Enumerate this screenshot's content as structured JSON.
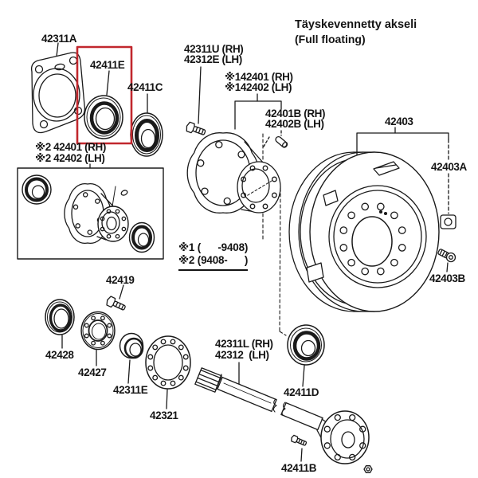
{
  "title": {
    "finnish": "Täyskevennetty akseli",
    "english": "(Full floating)"
  },
  "colors": {
    "highlight_box": "#c1272d",
    "line_ink": "#1a1a1a",
    "background": "#ffffff"
  },
  "highlighted_part": "42411E",
  "labels": {
    "p42311A": "42311A",
    "p42411E": "42411E",
    "p42411C": "42411C",
    "seal_rh": "※2 42401 (RH)",
    "seal_lh": "※2 42402 (LH)",
    "p42311U": "42311U (RH)",
    "p42312E": "42312E (LH)",
    "hub_rh": "※142401 (RH)",
    "hub_lh": "※142402 (LH)",
    "p42401B": "42401B (RH)",
    "p42402B": "42402B (LH)",
    "p42403": "42403",
    "p42403A": "42403A",
    "p42403B": "42403B",
    "p42419": "42419",
    "p42428": "42428",
    "p42427": "42427",
    "p42311E": "42311E",
    "p42321": "42321",
    "p42311L": "42311L (RH)",
    "p42312": "42312  (LH)",
    "p42411D": "42411D",
    "p42411B": "42411B"
  },
  "notes": {
    "note1": "※1 (      -9408)",
    "note2": "※2 (9408-      )"
  }
}
